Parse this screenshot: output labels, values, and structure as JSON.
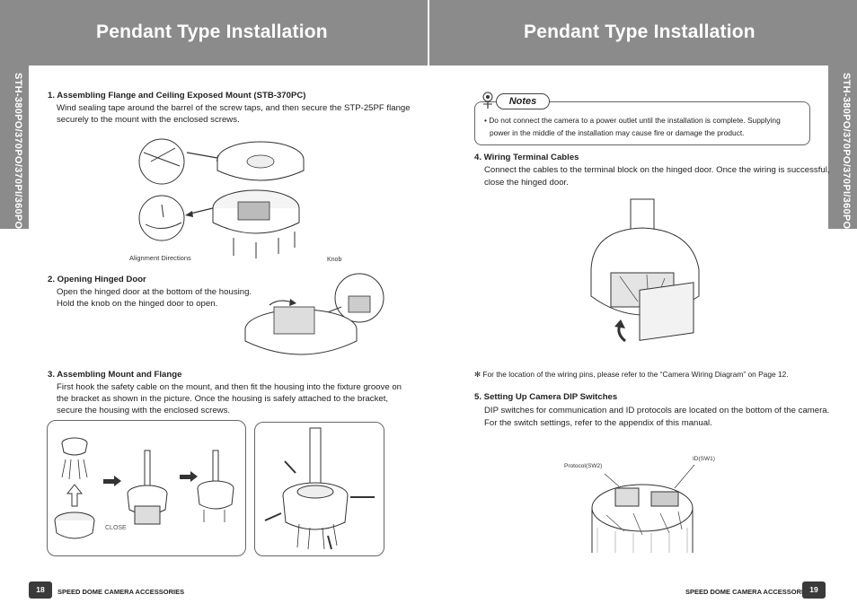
{
  "left_page": {
    "title": "Pendant Type Installation",
    "side_tab": "STH-380PO/370PO/370PI/360PO",
    "step1": {
      "heading": "1. Assembling Flange and Ceiling Exposed Mount (STB-370PC)",
      "line1": "Wind sealing tape around the barrel of the screw taps, and then secure the STP-25PF flange",
      "line2": "securely to the mount with the enclosed screws.",
      "caption": "Alignment Directions"
    },
    "step2": {
      "heading": "2. Opening Hinged Door",
      "line1": "Open the hinged door at the bottom of the housing.",
      "line2": "Hold the knob on the hinged door to open.",
      "knob_label": "Knob"
    },
    "step3": {
      "heading": "3. Assembling Mount and Flange",
      "line1": "First hook the safety cable on the mount, and then fit the housing into the fixture groove on",
      "line2": "the bracket as shown in the picture. Once the housing is safely attached to the bracket,",
      "line3": "secure the housing with the enclosed screws.",
      "close_label": "CLOSE"
    },
    "page_number": "18",
    "footer": "SPEED DOME CAMERA ACCESSORIES"
  },
  "right_page": {
    "title": "Pendant Type Installation",
    "side_tab": "STH-380PO/370PO/370PI/360PO",
    "notes": {
      "tag": "Notes",
      "line1": "• Do not connect the camera to a power outlet until the installation is complete. Supplying",
      "line2": "power in the middle of the installation may cause fire or damage the product."
    },
    "step4": {
      "heading": "4. Wiring Terminal Cables",
      "line1": "Connect the cables to the terminal block on the hinged door. Once the wiring is successful,",
      "line2": "close the hinged door."
    },
    "footnote": "✻ For the location of the wiring pins, please refer to the “Camera Wiring Diagram” on Page 12.",
    "step5": {
      "heading": "5. Setting Up Camera DIP Switches",
      "line1": "DIP switches for communication and ID protocols are located on the bottom of the camera.",
      "line2": "For the switch settings, refer to the appendix of this manual.",
      "protocol_label": "Protocol(SW2)",
      "id_label": "ID(SW1)"
    },
    "page_number": "19",
    "footer": "SPEED DOME CAMERA ACCESSORIES"
  }
}
